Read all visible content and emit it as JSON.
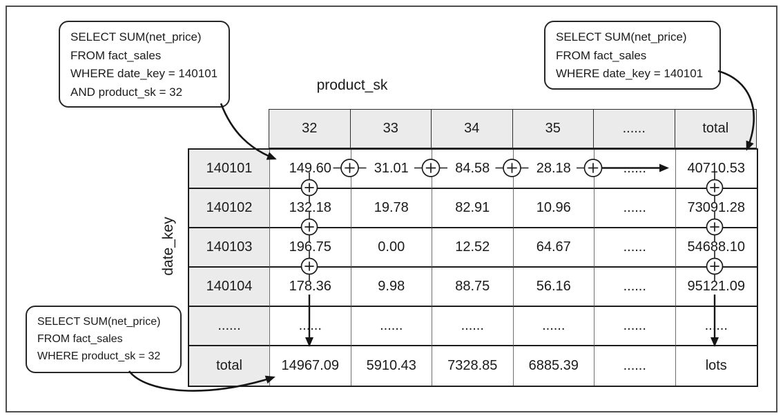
{
  "figure": {
    "title": "Aggregated fact table (data cube) with SQL query callouts",
    "colors": {
      "header_bg": "#ebebeb",
      "grid_dark": "#1c1c1c",
      "grid_gray": "#6e6e6e",
      "frame": "#4d4d4d",
      "text": "#1b1b1b"
    }
  },
  "queries": {
    "top_left": {
      "lines": [
        "SELECT SUM(net_price)",
        "FROM fact_sales",
        "WHERE date_key = 140101",
        "AND product_sk = 32"
      ]
    },
    "top_right": {
      "lines": [
        "SELECT SUM(net_price)",
        "FROM fact_sales",
        "WHERE date_key = 140101"
      ]
    },
    "bottom_left": {
      "lines": [
        "SELECT SUM(net_price)",
        "FROM fact_sales",
        "WHERE product_sk = 32"
      ]
    }
  },
  "matrix": {
    "col_axis_label": "product_sk",
    "row_axis_label": "date_key",
    "col_headers": [
      "32",
      "33",
      "34",
      "35",
      "......",
      "total"
    ],
    "row_headers": [
      "140101",
      "140102",
      "140103",
      "140104",
      "......",
      "total"
    ],
    "rows": [
      [
        "149.60",
        "31.01",
        "84.58",
        "28.18",
        "......",
        "40710.53"
      ],
      [
        "132.18",
        "19.78",
        "82.91",
        "10.96",
        "......",
        "73091.28"
      ],
      [
        "196.75",
        "0.00",
        "12.52",
        "64.67",
        "......",
        "54688.10"
      ],
      [
        "178.36",
        "9.98",
        "88.75",
        "56.16",
        "......",
        "95121.09"
      ],
      [
        "......",
        "......",
        "......",
        "......",
        "......",
        "......"
      ],
      [
        "14967.09",
        "5910.43",
        "7328.85",
        "6885.39",
        "......",
        "lots"
      ]
    ]
  },
  "icons": {
    "plus_circle": "+",
    "arrowhead": "→"
  }
}
